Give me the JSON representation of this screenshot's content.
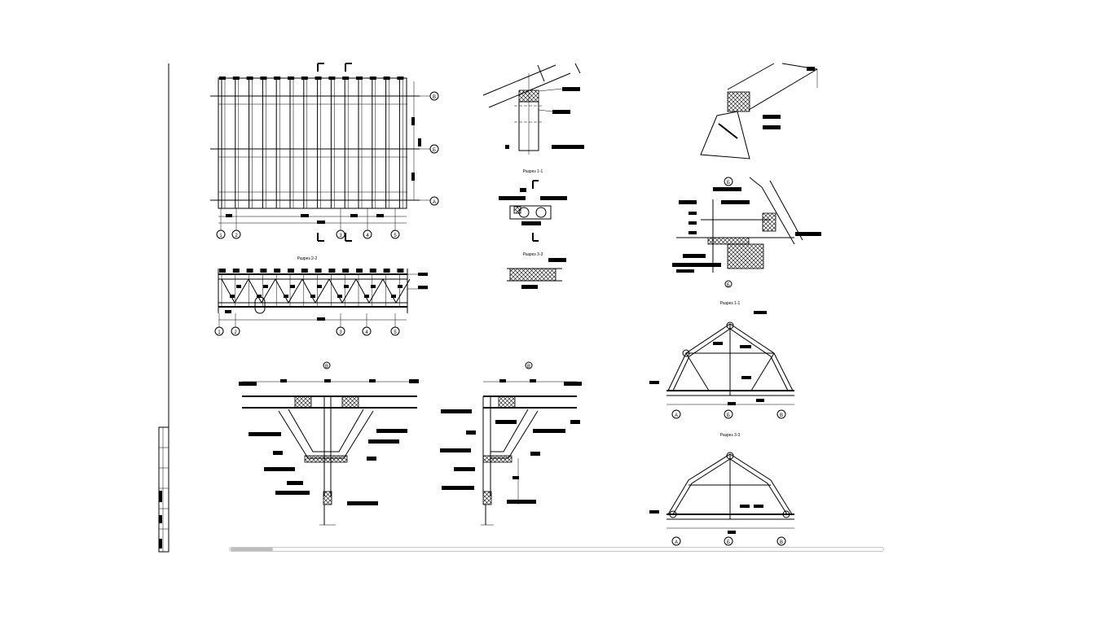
{
  "sheet": {
    "titles": {
      "section_2_2": "Разрез 2-2",
      "section_1_1_small": "Разрез 1-1",
      "section_3_3": "Разрез 3-3",
      "section_1_1": "Разрез 1-1",
      "section_3_3_b": "Разрез 3-3"
    },
    "axis_letters": [
      "В",
      "Б",
      "А"
    ],
    "axis_numbers": [
      "1",
      "2",
      "3",
      "4",
      "5"
    ],
    "node_marks": [
      "Б",
      "В"
    ]
  }
}
